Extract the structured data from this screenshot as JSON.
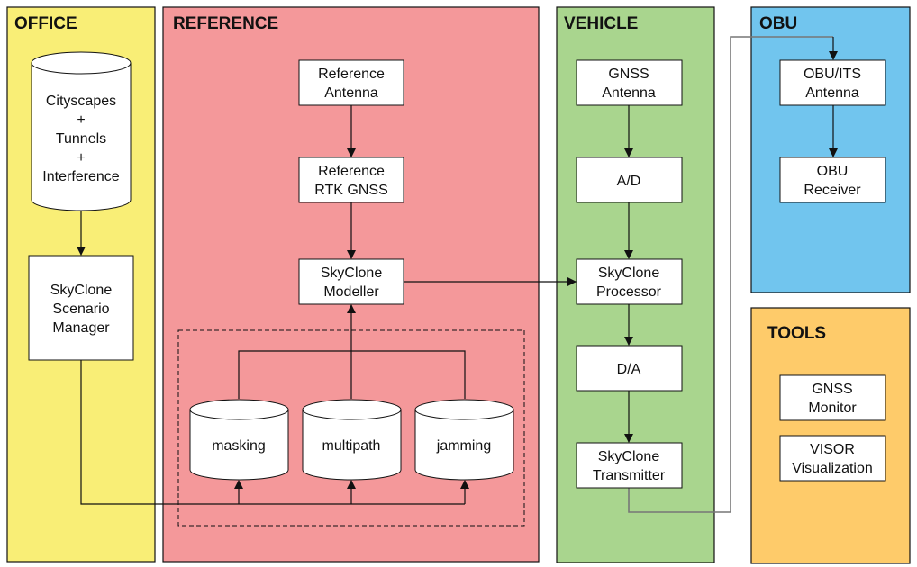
{
  "colors": {
    "office": "#F9EE76",
    "reference": "#F4989A",
    "vehicle": "#A9D58E",
    "obu": "#71C5EE",
    "tools": "#FECB6A"
  },
  "panels": {
    "office": {
      "title": "OFFICE",
      "database": [
        "Cityscapes",
        "+",
        "Tunnels",
        "+",
        "Interference"
      ],
      "scenario_manager": [
        "SkyClone",
        "Scenario",
        "Manager"
      ]
    },
    "reference": {
      "title": "REFERENCE",
      "antenna": [
        "Reference",
        "Antenna"
      ],
      "rtk_gnss": [
        "Reference",
        "RTK GNSS"
      ],
      "modeller": [
        "SkyClone",
        "Modeller"
      ],
      "databases": [
        "masking",
        "multipath",
        "jamming"
      ]
    },
    "vehicle": {
      "title": "VEHICLE",
      "gnss_antenna": [
        "GNSS",
        "Antenna"
      ],
      "ad": "A/D",
      "processor": [
        "SkyClone",
        "Processor"
      ],
      "da": "D/A",
      "transmitter": [
        "SkyClone",
        "Transmitter"
      ]
    },
    "obu": {
      "title": "OBU",
      "antenna": [
        "OBU/ITS",
        "Antenna"
      ],
      "receiver": [
        "OBU",
        "Receiver"
      ]
    },
    "tools": {
      "title": "TOOLS",
      "gnss_monitor": [
        "GNSS",
        "Monitor"
      ],
      "visor": [
        "VISOR",
        "Visualization"
      ]
    }
  }
}
